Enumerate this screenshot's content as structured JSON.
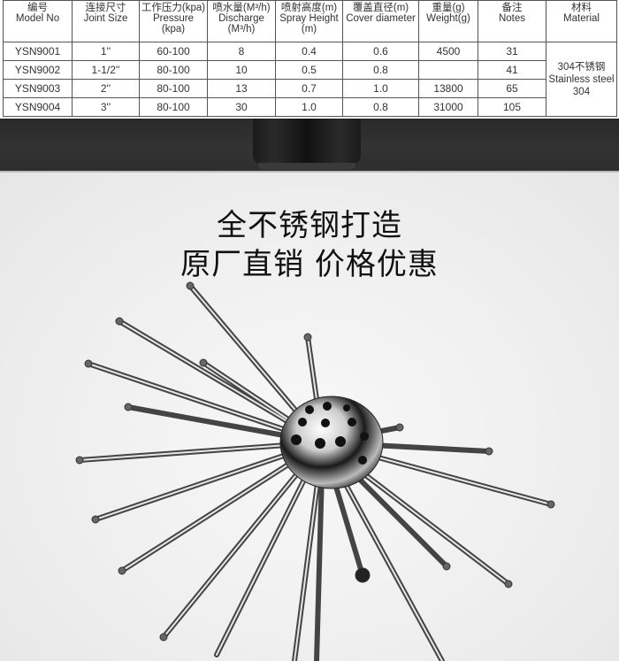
{
  "spec_table": {
    "headers": [
      {
        "cn": "编号",
        "en": "Model No"
      },
      {
        "cn": "连接尺寸",
        "en": "Joint Size"
      },
      {
        "cn": "工作压力(kpa)",
        "en": "Pressure",
        "en2": "(kpa)"
      },
      {
        "cn": "喷水量(M³/h)",
        "en": "Discharge",
        "en2": "(M³/h)"
      },
      {
        "cn": "喷射高度(m)",
        "en": "Spray Height",
        "en2": "(m)"
      },
      {
        "cn": "覆盖直径(m)",
        "en": "Cover diameter"
      },
      {
        "cn": "重量(g)",
        "en": "Weight(g)"
      },
      {
        "cn": "备注",
        "en": "Notes"
      },
      {
        "cn": "材料",
        "en": "Material"
      }
    ],
    "rows": [
      {
        "model": "YSN9001",
        "joint": "1''",
        "pressure": "60-100",
        "discharge": "8",
        "spray_height": "0.4",
        "cover_diameter": "0.6",
        "weight": "4500",
        "notes": "31"
      },
      {
        "model": "YSN9002",
        "joint": "1-1/2''",
        "pressure": "80-100",
        "discharge": "10",
        "spray_height": "0.5",
        "cover_diameter": "0.8",
        "weight": "",
        "notes": "41"
      },
      {
        "model": "YSN9003",
        "joint": "2''",
        "pressure": "80-100",
        "discharge": "13",
        "spray_height": "0.7",
        "cover_diameter": "1.0",
        "weight": "13800",
        "notes": "65"
      },
      {
        "model": "YSN9004",
        "joint": "3''",
        "pressure": "80-100",
        "discharge": "30",
        "spray_height": "1.0",
        "cover_diameter": "0.8",
        "weight": "31000",
        "notes": "105"
      }
    ],
    "material": {
      "line1": "304不锈钢",
      "line2": "Stainless steel",
      "line3": "304"
    }
  },
  "promo": {
    "headline_line1": "全不锈钢打造",
    "headline_line2": "原厂直销 价格优惠",
    "product_image": "stainless-steel-dandelion-fountain-nozzle"
  },
  "colors": {
    "table_border": "#555555",
    "dark_band": "#2e2e2e",
    "background": "#eeeeee",
    "headline": "#111111"
  }
}
